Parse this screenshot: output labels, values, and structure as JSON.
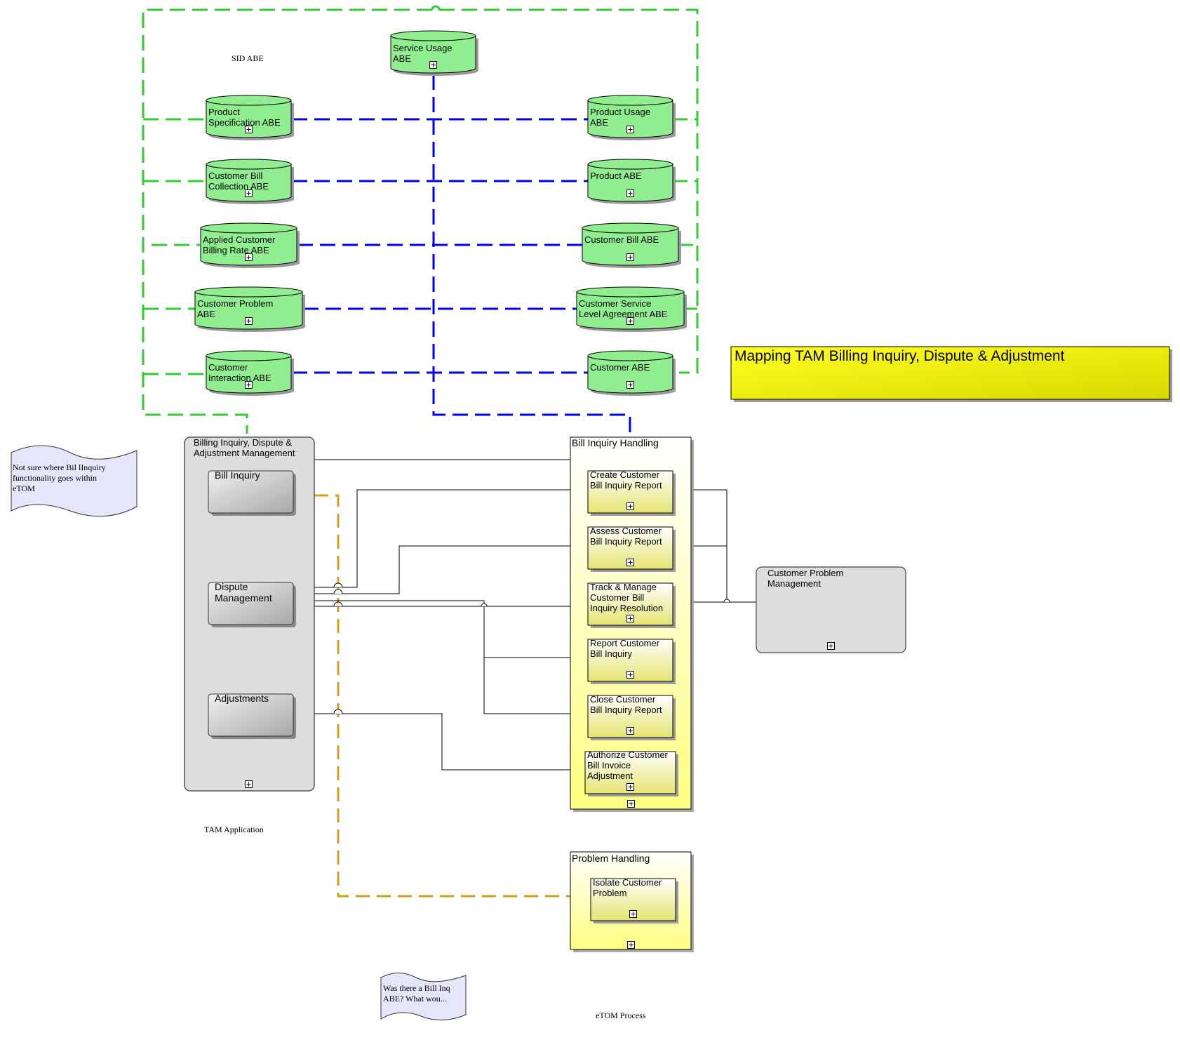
{
  "title": "Mapping TAM Billing Inquiry, Dispute & Adjustment",
  "sections": {
    "sid": "SID ABE",
    "tam": "TAM Application",
    "etom": "eTOM Process"
  },
  "colors": {
    "abe_fill": "#90ee90",
    "abe_link": "#0000ee",
    "sid_link": "#33cc33",
    "problem_link": "#d4a017",
    "title_fill": "#f2f200",
    "app_fill": "#dcdcdc",
    "process_fill": "#ffff99",
    "note_fill": "#e6e6fa"
  },
  "abes": [
    {
      "id": "service-usage",
      "label": "Service Usage\nABE"
    },
    {
      "id": "product-specification",
      "label": "Product\nSpecification ABE"
    },
    {
      "id": "customer-bill-collection",
      "label": "Customer Bill\nCollection ABE"
    },
    {
      "id": "applied-customer-billing-rate",
      "label": "Applied Customer\nBilling Rate ABE"
    },
    {
      "id": "customer-problem",
      "label": "Customer Problem\nABE"
    },
    {
      "id": "customer-interaction",
      "label": "Customer\nInteraction ABE"
    },
    {
      "id": "product-usage",
      "label": "Product Usage\nABE"
    },
    {
      "id": "product",
      "label": "Product ABE"
    },
    {
      "id": "customer-bill",
      "label": "Customer Bill ABE"
    },
    {
      "id": "customer-sla",
      "label": "Customer Service\nLevel Agreement ABE"
    },
    {
      "id": "customer",
      "label": "Customer ABE"
    }
  ],
  "application": {
    "label": "Billing Inquiry, Dispute &\nAdjustment Management",
    "components": [
      {
        "id": "bill-inquiry",
        "label": "Bill Inquiry"
      },
      {
        "id": "dispute-management",
        "label": "Dispute\nManagement"
      },
      {
        "id": "adjustments",
        "label": "Adjustments"
      }
    ]
  },
  "bill_inquiry_handling": {
    "label": "Bill Inquiry Handling",
    "processes": [
      {
        "id": "create",
        "label": "Create Customer\nBill Inquiry Report"
      },
      {
        "id": "assess",
        "label": "Assess Customer\nBill Inquiry Report"
      },
      {
        "id": "track",
        "label": "Track & Manage\nCustomer Bill\nInquiry Resolution"
      },
      {
        "id": "report",
        "label": "Report Customer\nBill Inquiry"
      },
      {
        "id": "close",
        "label": "Close Customer\nBill Inquiry Report"
      },
      {
        "id": "authorize",
        "label": "Authorize Customer\nBill Invoice\nAdjustment"
      }
    ]
  },
  "problem_handling": {
    "label": "Problem Handling",
    "processes": [
      {
        "id": "isolate",
        "label": "Isolate Customer\nProblem"
      }
    ]
  },
  "customer_problem_management": {
    "label": "Customer Problem\nManagement"
  },
  "notes": [
    {
      "id": "etom-note",
      "text": "Not sure where Bil lInquiry\nfunctionality goes within\neTOM"
    },
    {
      "id": "abe-note",
      "text": "Was there a Bill Inq\nABE?  What wou..."
    }
  ]
}
